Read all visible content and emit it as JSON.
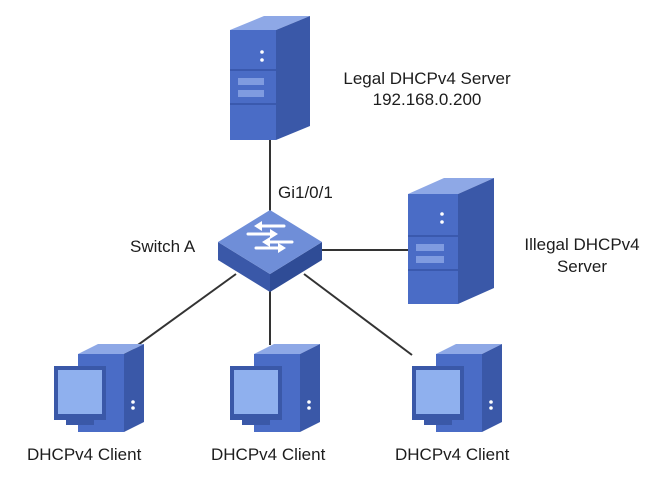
{
  "legal_server": {
    "name": "Legal DHCPv4 Server",
    "ip": "192.168.0.200"
  },
  "illegal_server": {
    "line1": "Illegal DHCPv4",
    "line2": "Server"
  },
  "switch": {
    "name": "Switch A",
    "uplink_port": "Gi1/0/1"
  },
  "clients": [
    {
      "label": "DHCPv4 Client"
    },
    {
      "label": "DHCPv4 Client"
    },
    {
      "label": "DHCPv4 Client"
    }
  ],
  "colors": {
    "device_front": "#4a6cc6",
    "device_top": "#7f9be0",
    "device_side": "#3a58a8",
    "screen": "#8fb0ee",
    "link_line": "#333333"
  },
  "icons": [
    "server-icon",
    "switch-icon",
    "pc-icon"
  ]
}
